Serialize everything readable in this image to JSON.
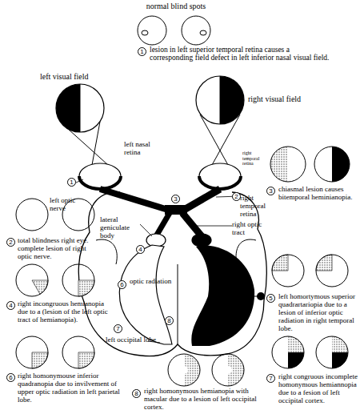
{
  "diagram": {
    "labels": [
      "normal blind spots",
      "1",
      "lesion in left superior temporal retina causes a corresponding field defect in left inferior nasal visual field.",
      "left visual field",
      "right visual field",
      "2",
      "total blindness right eye. complete lesion of right optic nerve.",
      "3",
      "chiasmal lesion causes bitemporal heminianopia.",
      "4",
      "right incongruous hemianopia due to a (lesion of the left optic tract of hemianopia).",
      "5",
      "left homortymous superior quadrartariopia due to a lesion of inferior optic radiation in right temporal lobe.",
      "6",
      "right homonymouse inferior quadranopia due to invilvement of upper optic radiation in left parietal lobe.",
      "7",
      "right congruous incomplete homonymous hemiannopia due to a fesion of left occipital cortex.",
      "8",
      "right homonymous hemianopia with macular due to a lesion of left occipital cortex.",
      "left nasal retina",
      "right temporal retina",
      "left optic nerve",
      "right temporal retina",
      "lateral geniculate body",
      "right optic tract",
      "optic radiation",
      "left occipital lobe",
      "1",
      "2",
      "3",
      "4",
      "6",
      "8",
      "7"
    ]
  }
}
